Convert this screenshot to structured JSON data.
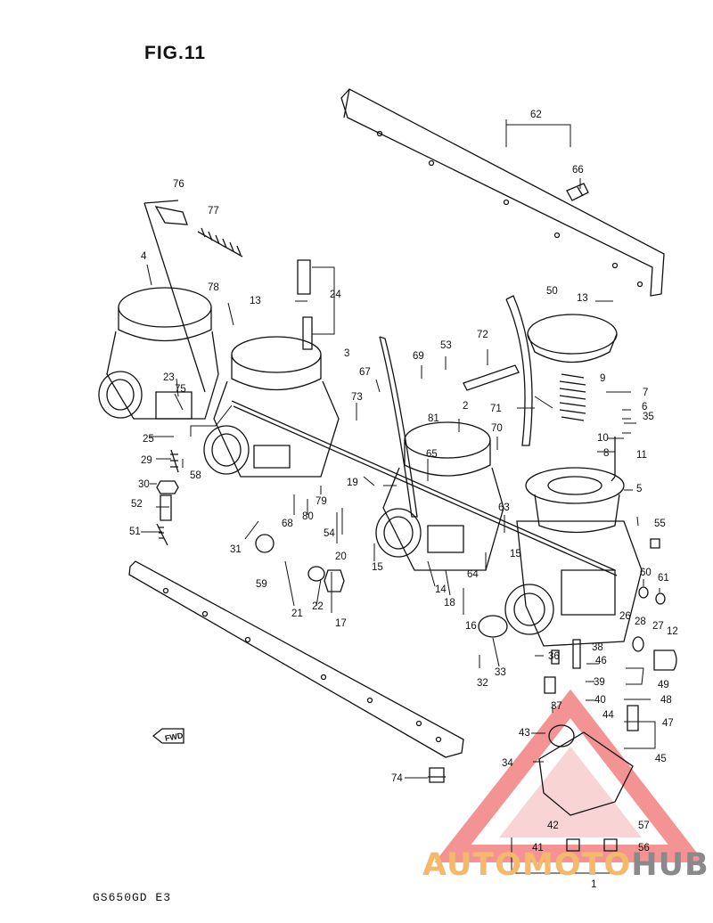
{
  "figure": {
    "title": "FIG.11",
    "model": "GS650GD E3"
  },
  "watermark": {
    "text_a": "AUTOMOTO",
    "text_b": "HUB",
    "color_a": "#f4b96a",
    "color_b": "#8a8a8a",
    "triangle_color": "#ec3b3b"
  },
  "fwd_label": "FWD",
  "callouts": [
    "1",
    "2",
    "3",
    "4",
    "5",
    "6",
    "7",
    "8",
    "9",
    "10",
    "11",
    "12",
    "13",
    "13",
    "14",
    "15",
    "15",
    "16",
    "17",
    "18",
    "19",
    "20",
    "21",
    "22",
    "23",
    "24",
    "25",
    "26",
    "27",
    "28",
    "29",
    "30",
    "31",
    "32",
    "33",
    "34",
    "35",
    "36",
    "37",
    "38",
    "39",
    "40",
    "41",
    "42",
    "43",
    "44",
    "45",
    "46",
    "47",
    "48",
    "49",
    "50",
    "51",
    "52",
    "53",
    "54",
    "55",
    "56",
    "57",
    "58",
    "59",
    "60",
    "61",
    "62",
    "63",
    "64",
    "65",
    "66",
    "67",
    "68",
    "69",
    "70",
    "71",
    "72",
    "73",
    "74",
    "75",
    "76",
    "77",
    "78",
    "79",
    "80",
    "81",
    "82"
  ]
}
